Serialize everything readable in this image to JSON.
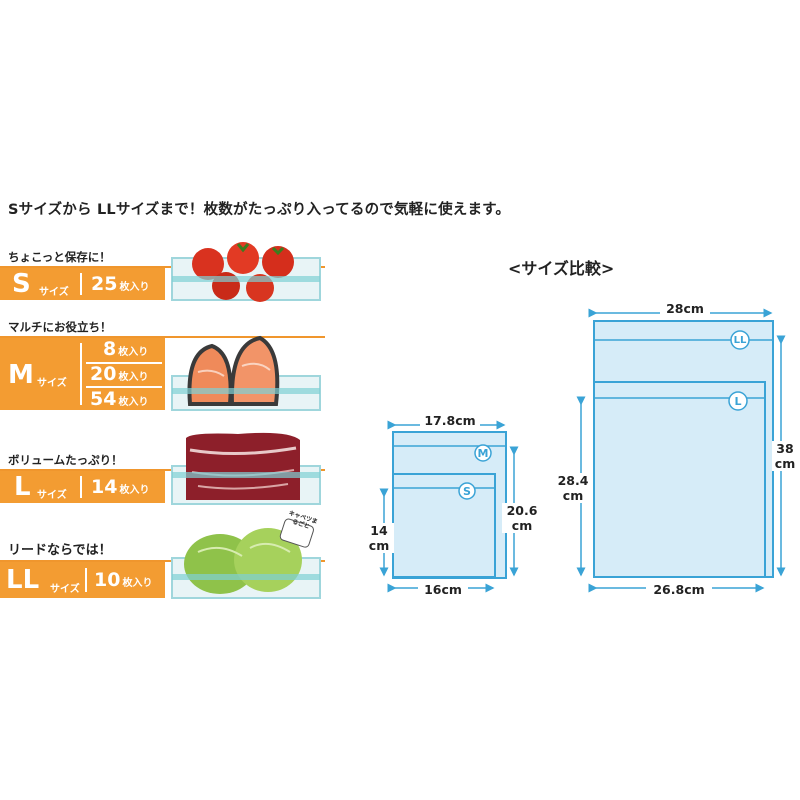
{
  "headline": "Sサイズから LLサイズまで！枚数がたっぷり入ってるので気軽に使えます。",
  "rows": [
    {
      "caption": "ちょこっと保存に！",
      "size": "S",
      "size_word": "サイズ",
      "quantities": [
        {
          "num": "25",
          "unit": "枚入り"
        }
      ]
    },
    {
      "caption": "マルチにお役立ち！",
      "size": "M",
      "size_word": "サイズ",
      "quantities": [
        {
          "num": "8",
          "unit": "枚入り"
        },
        {
          "num": "20",
          "unit": "枚入り"
        },
        {
          "num": "54",
          "unit": "枚入り"
        }
      ]
    },
    {
      "caption": "ボリュームたっぷり！",
      "size": "L",
      "size_word": "サイズ",
      "quantities": [
        {
          "num": "14",
          "unit": "枚入り"
        }
      ]
    },
    {
      "caption": "リードならでは！",
      "size": "LL",
      "size_word": "サイズ",
      "quantities": [
        {
          "num": "10",
          "unit": "枚入り"
        }
      ]
    }
  ],
  "cabbage_tag": "キャベツまるごと",
  "comparison": {
    "title": "<サイズ比較>",
    "small_group": {
      "m_width": "17.8cm",
      "m_height": "20.6\ncm",
      "s_height": "14\ncm",
      "s_width": "16cm",
      "m_badge": "M",
      "s_badge": "S"
    },
    "large_group": {
      "ll_width": "28cm",
      "ll_height": "38\ncm",
      "l_height": "28.4\ncm",
      "l_width": "26.8cm",
      "ll_badge": "LL",
      "l_badge": "L"
    }
  },
  "colors": {
    "accent": "#f39c32",
    "bag_fill": "#d6ecf8",
    "bag_stroke": "#3aa3d6"
  }
}
